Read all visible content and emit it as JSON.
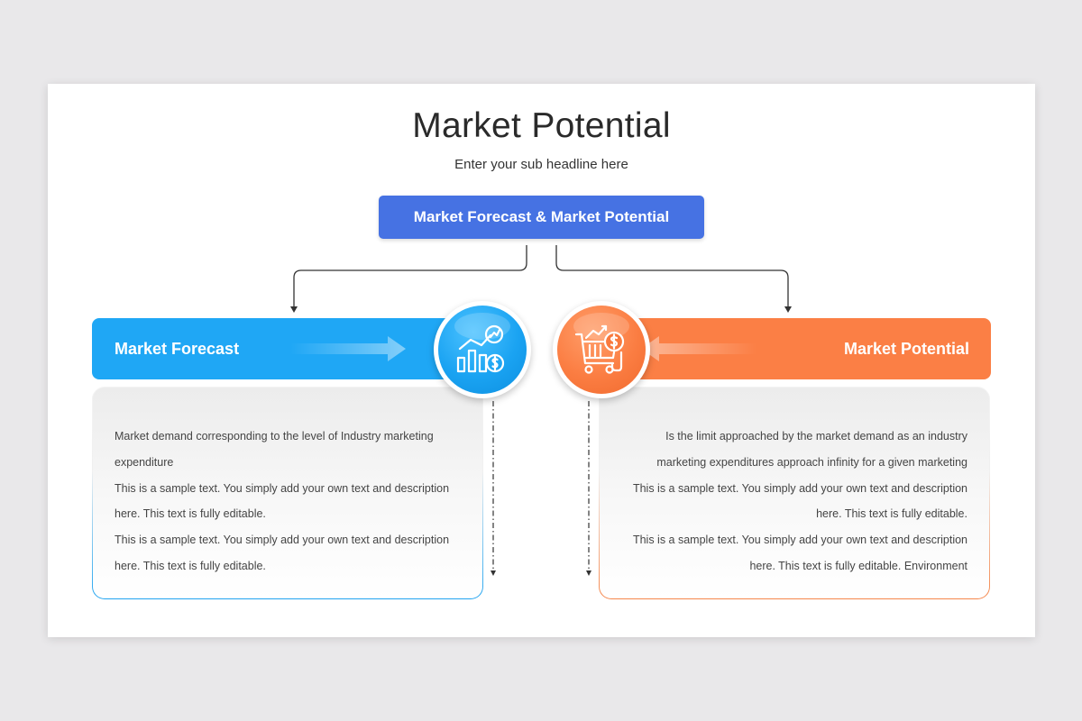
{
  "title": "Market Potential",
  "subtitle": "Enter your sub headline here",
  "top_box": {
    "label": "Market Forecast & Market Potential"
  },
  "left": {
    "banner_label": "Market Forecast",
    "icon": "growth-chart-icon",
    "paragraphs": [
      "Market demand corresponding to the level of Industry marketing expenditure",
      "This is a sample text. You simply add your own text and description here. This text is fully editable.",
      "This is a sample text. You simply add your own text and description here. This text is fully editable."
    ],
    "color": "#1fa7f5"
  },
  "right": {
    "banner_label": "Market Potential",
    "icon": "shopping-cart-dollar-icon",
    "paragraphs": [
      "Is the limit approached by the market demand as an industry marketing expenditures approach infinity for a given marketing",
      "This is a sample text. You simply add your own text and description here. This text is fully editable.",
      "This is a sample text. You simply add your own text and description here. This text is fully editable. Environment"
    ],
    "color": "#fb7f45"
  },
  "colors": {
    "top_box": "#4672e3",
    "background": "#e9e8ea"
  }
}
